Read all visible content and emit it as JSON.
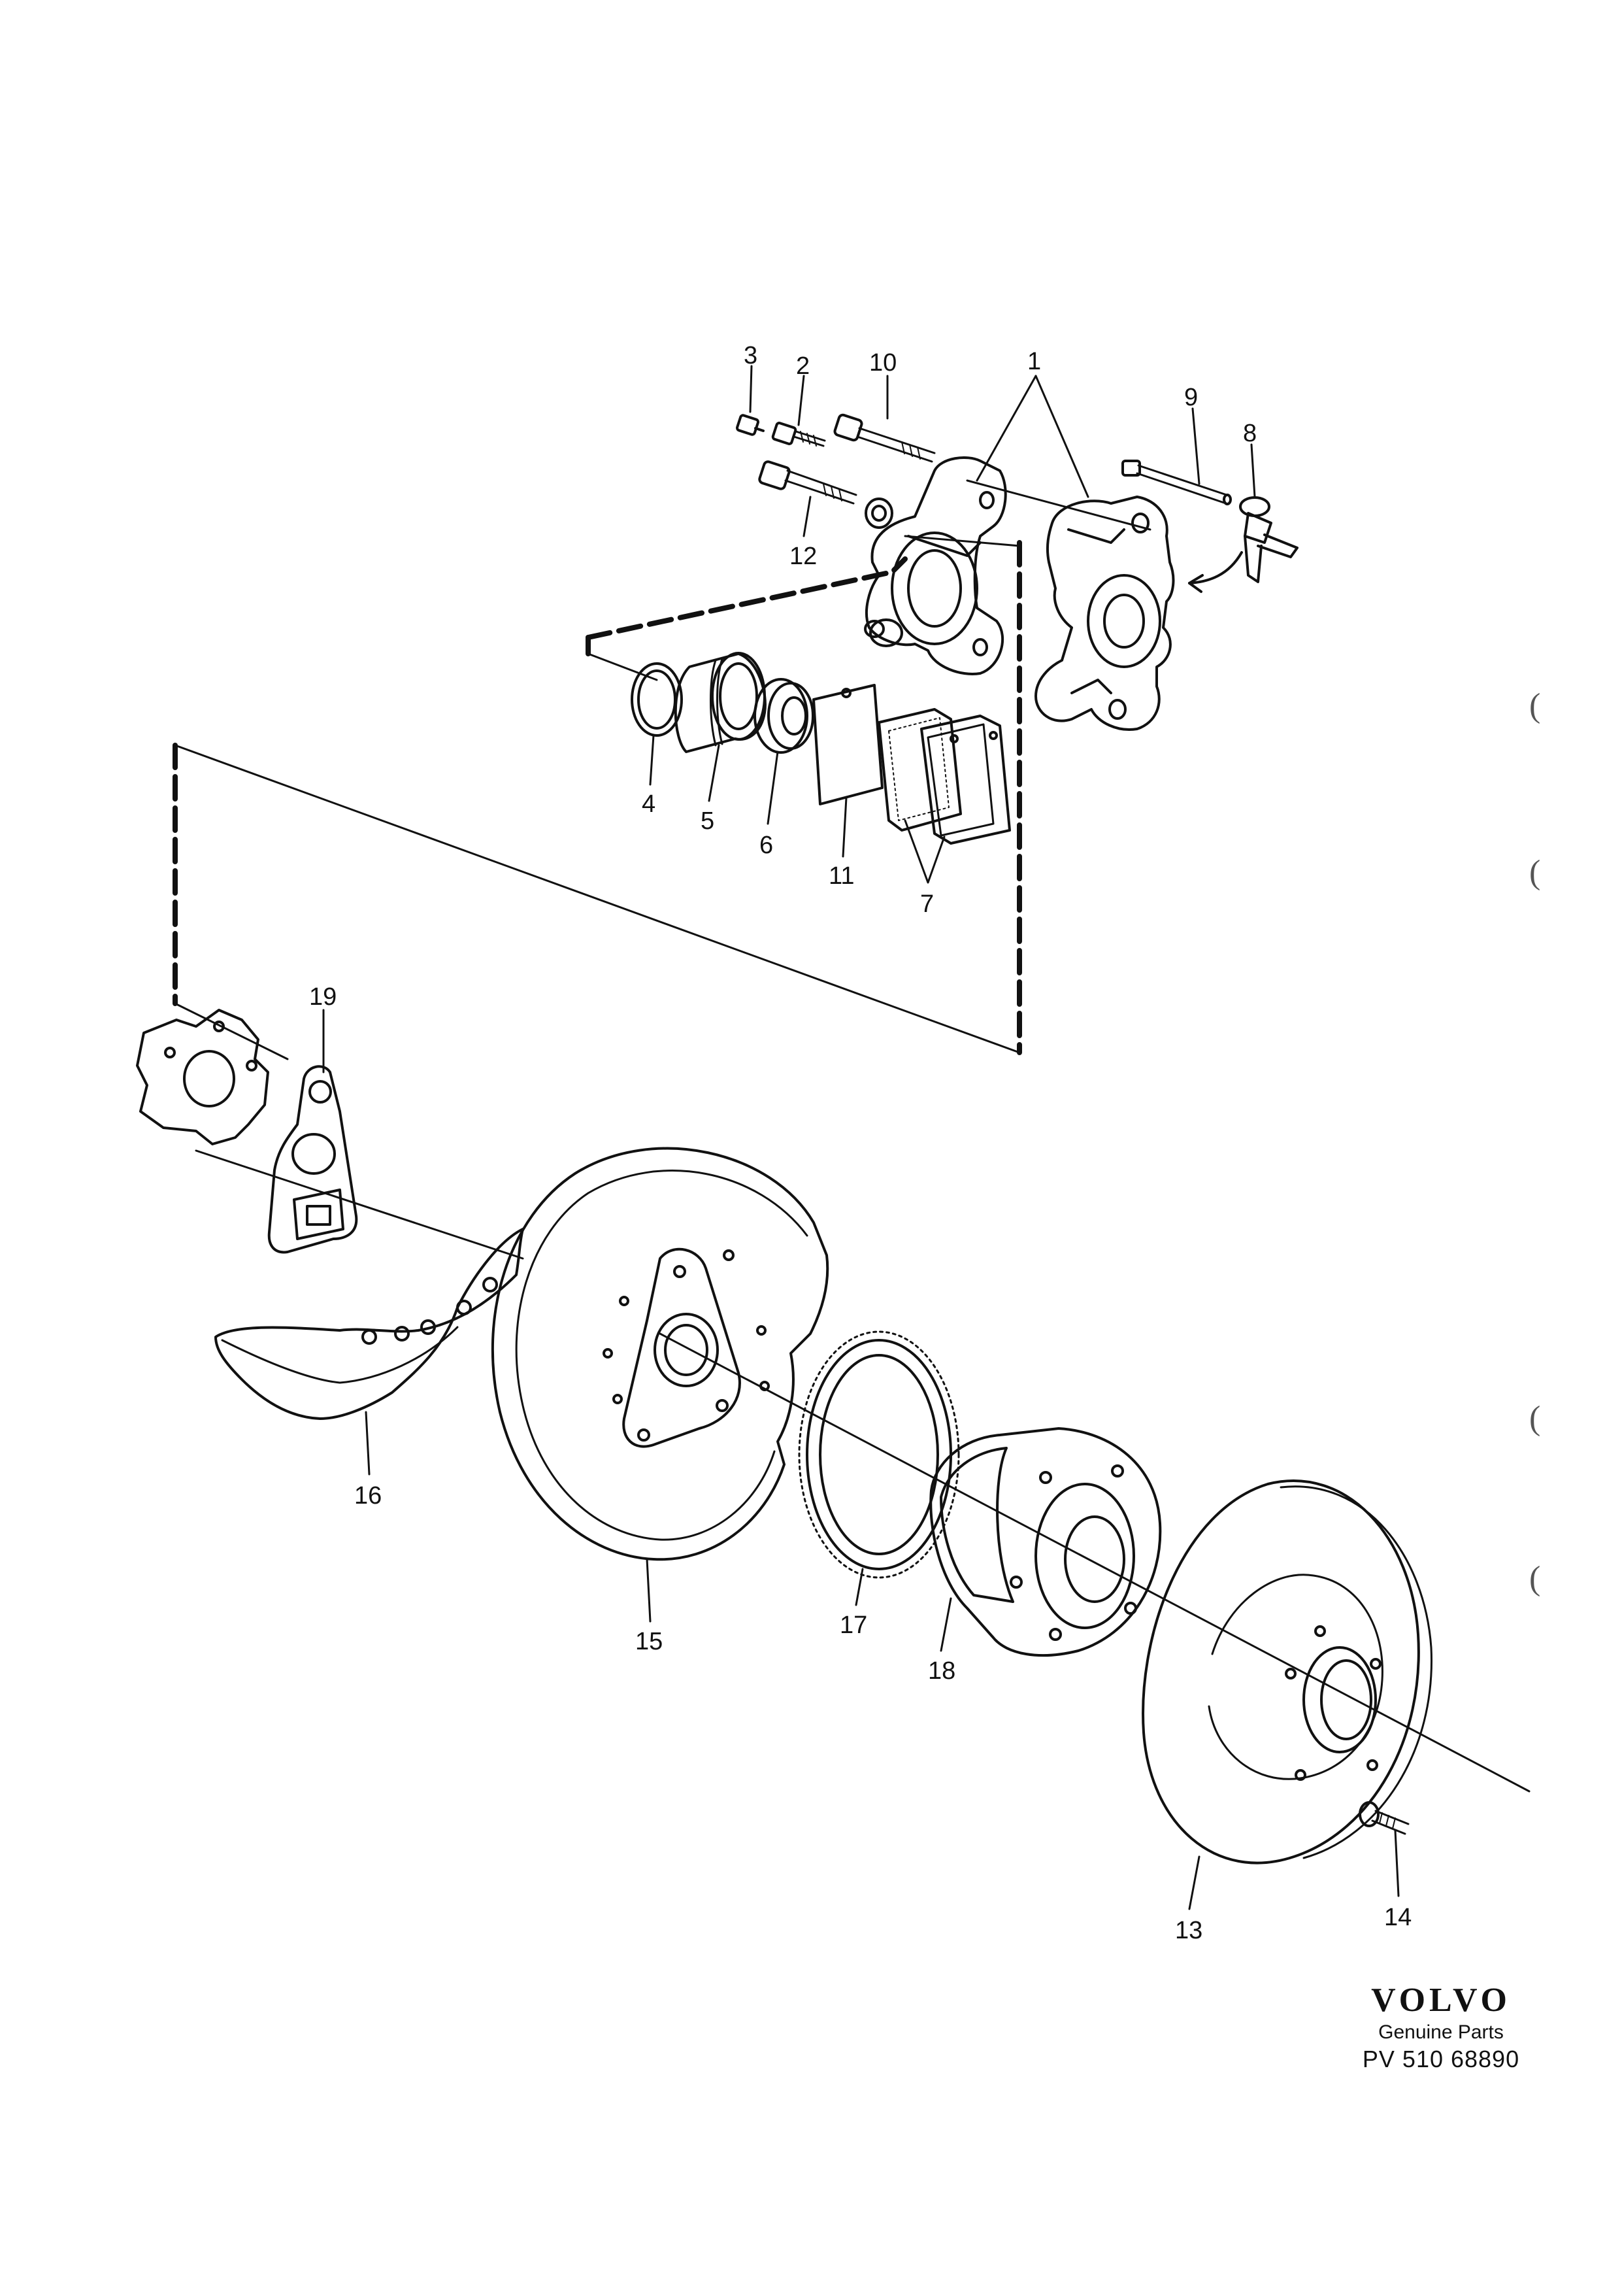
{
  "callouts": [
    "1",
    "2",
    "3",
    "4",
    "5",
    "6",
    "7",
    "8",
    "9",
    "10",
    "11",
    "12",
    "13",
    "14",
    "15",
    "16",
    "17",
    "18",
    "19"
  ],
  "brand": {
    "logo": "VOLVO",
    "subtitle": "Genuine Parts",
    "code": "PV 510 68890"
  },
  "edge_marks": [
    "(",
    "(",
    "(",
    "("
  ],
  "colors": {
    "ink": "#111111",
    "paper": "#ffffff"
  }
}
